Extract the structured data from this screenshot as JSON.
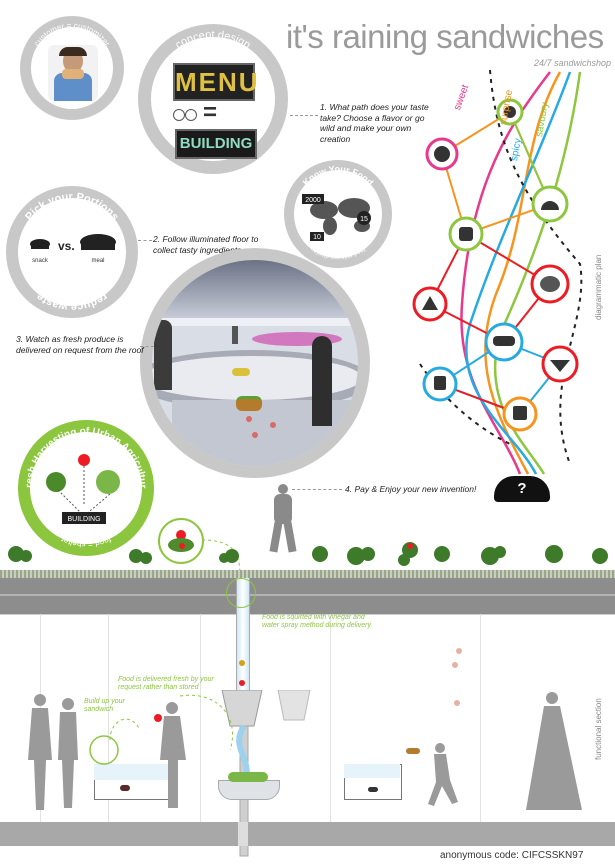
{
  "header": {
    "title": "it's raining sandwiches",
    "subtitle": "24/7 sandwichshop"
  },
  "circles": {
    "customer": "customer = customizer",
    "concept": "concept design",
    "menu_word": "MENU",
    "equals": "=",
    "building_word": "BUILDING",
    "know_food": "Know Your Food",
    "know_food_sub": "food mileage display",
    "map_numbers": [
      "2000",
      "10",
      "15"
    ],
    "portions_title": "Pick your Portions",
    "portions_sub": "reduce waste",
    "vs": "vs.",
    "snack": "snack",
    "meal": "meal",
    "harvest_title": "Fresh Harvesting of Urban Agriculture",
    "harvest_sub": "food = shelter",
    "harvest_box": "BUILDING"
  },
  "steps": [
    "1. What path does your taste take? Choose a flavor or go wild and make your own creation",
    "2. Follow illuminated floor to collect tasty ingredients",
    "3. Watch as fresh produce is delivered on request from the roof",
    "4. Pay & Enjoy your new invention!"
  ],
  "flavors": [
    "sweet",
    "surprise",
    "spicy",
    "savoury"
  ],
  "plan_label": "diagrammatic plan",
  "section_label": "functional section",
  "question_mark": "?",
  "notes": {
    "vinegar": "Food is squirted with vinegar and water spray method during delivery",
    "fresh": "Food is delivered fresh by your request rather than stored",
    "buildup": "Build up your sandwich"
  },
  "footer": {
    "code": "anonymous code: CIFCSSKN97"
  },
  "colors": {
    "grey": "#9a9a9a",
    "green": "#8cc63f",
    "sweet": "#e8398c",
    "surprise": "#f7941d",
    "spicy": "#27aae1",
    "savoury": "#8dc63f",
    "red": "#ed1c24"
  }
}
